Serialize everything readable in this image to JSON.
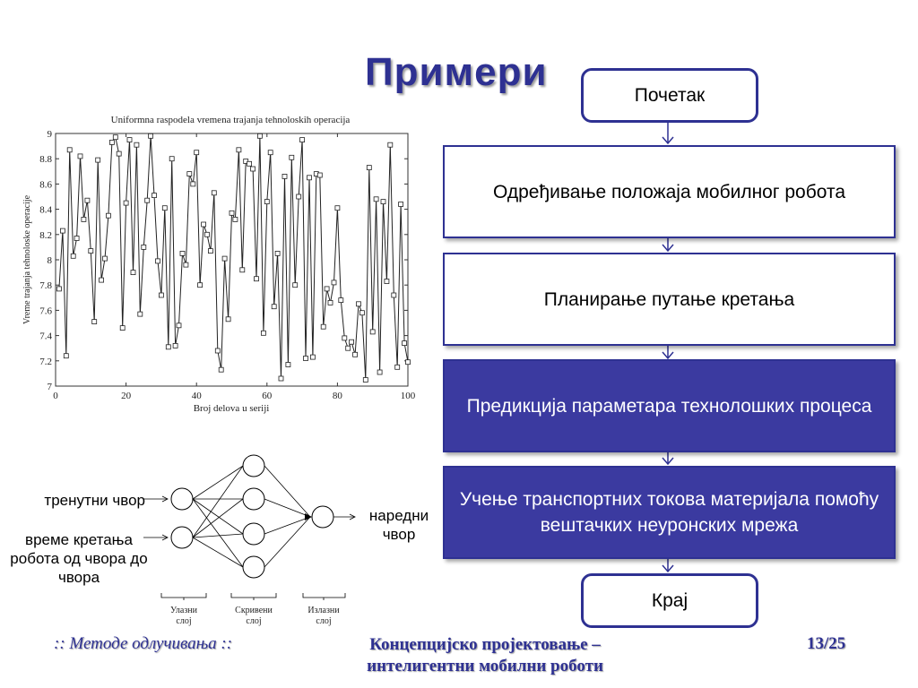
{
  "slide": {
    "title": "Примери"
  },
  "flowchart": {
    "start": "Почетак",
    "steps": [
      "Одређивање положаја мобилног робота",
      "Планирање путање кретања",
      "Предикција параметара технолошких процеса",
      "Учење транспортних токова материјала помоћу вештачких неуронских мрежа"
    ],
    "end": "Крај",
    "colors": {
      "accent": "#2e3192",
      "filled": "#3b3aa0"
    }
  },
  "chart_data": {
    "type": "line",
    "title": "Uniformna raspodela vremena trajanja tehnoloskih operacija",
    "xlabel": "Broj delova u seriji",
    "ylabel": "Vreme trajanja tehnoloske operacije",
    "xlim": [
      0,
      100
    ],
    "ylim": [
      7,
      9
    ],
    "xticks": [
      0,
      20,
      40,
      60,
      80,
      100
    ],
    "yticks": [
      7,
      7.2,
      7.4,
      7.6,
      7.8,
      8,
      8.2,
      8.4,
      8.6,
      8.8,
      9
    ],
    "grid": false,
    "marker": "square",
    "x": [
      1,
      2,
      3,
      4,
      5,
      6,
      7,
      8,
      9,
      10,
      11,
      12,
      13,
      14,
      15,
      16,
      17,
      18,
      19,
      20,
      21,
      22,
      23,
      24,
      25,
      26,
      27,
      28,
      29,
      30,
      31,
      32,
      33,
      34,
      35,
      36,
      37,
      38,
      39,
      40,
      41,
      42,
      43,
      44,
      45,
      46,
      47,
      48,
      49,
      50,
      51,
      52,
      53,
      54,
      55,
      56,
      57,
      58,
      59,
      60,
      61,
      62,
      63,
      64,
      65,
      66,
      67,
      68,
      69,
      70,
      71,
      72,
      73,
      74,
      75,
      76,
      77,
      78,
      79,
      80,
      81,
      82,
      83,
      84,
      85,
      86,
      87,
      88,
      89,
      90,
      91,
      92,
      93,
      94,
      95,
      96,
      97,
      98,
      99,
      100
    ],
    "y": [
      7.77,
      8.23,
      7.24,
      8.87,
      8.03,
      8.17,
      8.82,
      8.32,
      8.47,
      8.07,
      7.51,
      8.79,
      7.84,
      8.01,
      8.35,
      8.93,
      8.97,
      8.84,
      7.46,
      8.45,
      8.95,
      7.9,
      8.91,
      7.57,
      8.1,
      8.47,
      8.98,
      8.51,
      7.99,
      7.72,
      8.41,
      7.31,
      8.8,
      7.32,
      7.48,
      8.05,
      7.96,
      8.68,
      8.6,
      8.85,
      7.8,
      8.28,
      8.2,
      8.07,
      8.53,
      7.28,
      7.13,
      8.01,
      7.53,
      8.37,
      8.32,
      8.87,
      7.92,
      8.78,
      8.76,
      8.72,
      7.85,
      8.98,
      7.42,
      8.46,
      8.85,
      7.63,
      8.05,
      7.06,
      8.66,
      7.17,
      8.81,
      7.8,
      8.5,
      8.95,
      7.22,
      8.65,
      7.23,
      8.68,
      8.67,
      7.47,
      7.77,
      7.66,
      7.82,
      8.41,
      7.68,
      7.38,
      7.3,
      7.35,
      7.25,
      7.65,
      7.58,
      7.05,
      8.73,
      7.43,
      8.48,
      7.11,
      8.46,
      7.83,
      8.91,
      7.72,
      7.15,
      8.44,
      7.34,
      7.19
    ]
  },
  "neural_net": {
    "inputs": [
      "тренутни чвор",
      "време кретања робота  од чвора до чвора"
    ],
    "output": "наредни чвор",
    "layers": [
      "Улазни слој",
      "Скривени слој",
      "Излазни слој"
    ]
  },
  "footer": {
    "left": ":: Методе одлучивања ::",
    "center": "Концепцијско пројектовање – интелигентни мобилни роботи",
    "page": "13/25"
  }
}
